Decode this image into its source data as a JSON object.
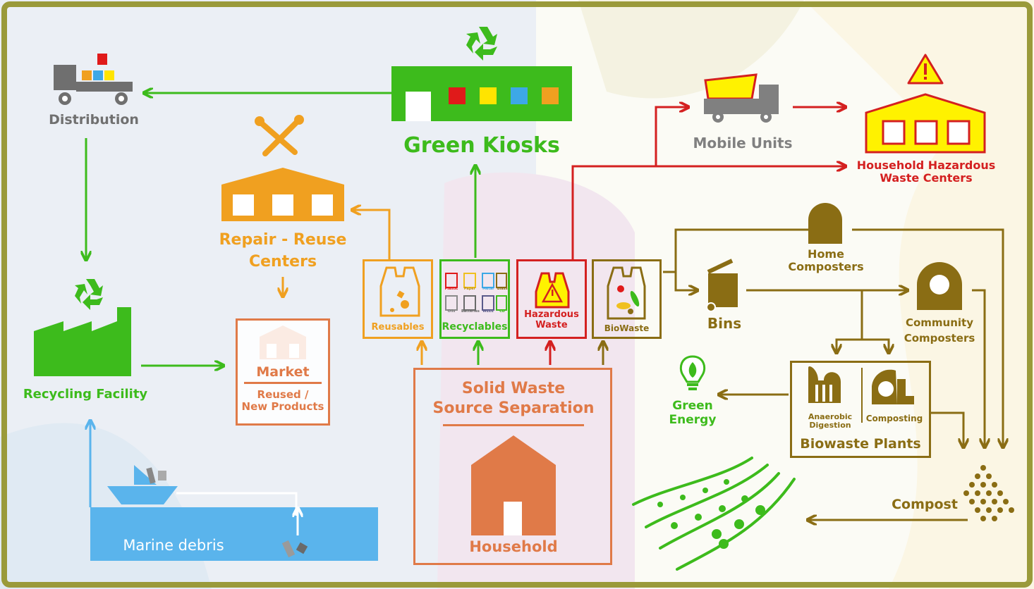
{
  "colors": {
    "frame": "#9a9a3a",
    "green": "#3dbb1c",
    "orange": "#f0a020",
    "terracotta": "#e07a48",
    "red": "#d42020",
    "olive": "#8a6d14",
    "grey": "#707070",
    "blue": "#5ab4ec",
    "yellow": "#fff200"
  },
  "labels": {
    "distribution": "Distribution",
    "green_kiosks": "Green Kiosks",
    "mobile_units": "Mobile Units",
    "hhw_centers": [
      "Household Hazardous",
      "Waste Centers"
    ],
    "repair_reuse": [
      "Repair - Reuse",
      "Centers"
    ],
    "recycling_facility": "Recycling Facility",
    "market": "Market",
    "reused_new": [
      "Reused /",
      "New Products"
    ],
    "marine_debris": "Marine debris",
    "solid_waste": [
      "Solid Waste",
      "Source Separation"
    ],
    "household": "Household",
    "reusables": "Reusables",
    "recyclables": "Recyclables",
    "hazardous": [
      "Hazardous",
      "Waste"
    ],
    "biowaste": "BioWaste",
    "home_composters": [
      "Home",
      "Composters"
    ],
    "bins": "Bins",
    "community_composters": [
      "Community",
      "Composters"
    ],
    "green_energy": [
      "Green",
      "Energy"
    ],
    "anaerobic": [
      "Anaerobic",
      "Digestion"
    ],
    "composting": "Composting",
    "biowaste_plants": "Biowaste Plants",
    "compost": "Compost"
  },
  "recyclable_bags": [
    "Plastic",
    "Paper",
    "Metal",
    "Glass",
    "Oils",
    "Batteries",
    "WEEE",
    "CD"
  ],
  "icons": [
    "truck-icon",
    "recycle-icon",
    "kiosk-icon",
    "tools-icon",
    "factory-icon",
    "warning-icon",
    "bulb-icon",
    "boat-icon"
  ]
}
